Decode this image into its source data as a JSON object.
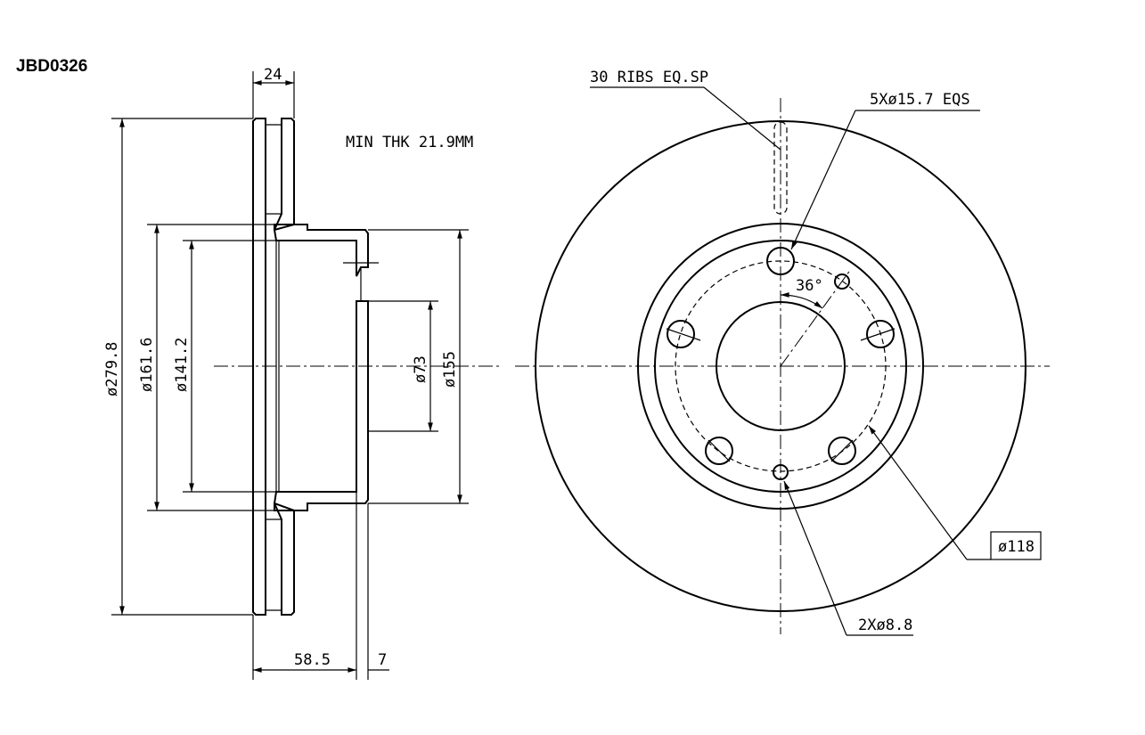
{
  "part_number": "JBD0326",
  "notes": {
    "min_thickness": "MIN THK 21.9MM",
    "ribs": "30 RIBS EQ.SP",
    "bolt_holes": "5Xø15.7 EQS",
    "pilot_holes": "2Xø8.8",
    "pcd": "ø118",
    "angle": "36°"
  },
  "dimensions": {
    "thickness": "24",
    "offset": "58.5",
    "hat_thickness": "7",
    "outer_diameter": "ø279.8",
    "d161": "ø161.6",
    "d141": "ø141.2",
    "center_bore": "ø73",
    "hat_diameter": "ø155"
  }
}
